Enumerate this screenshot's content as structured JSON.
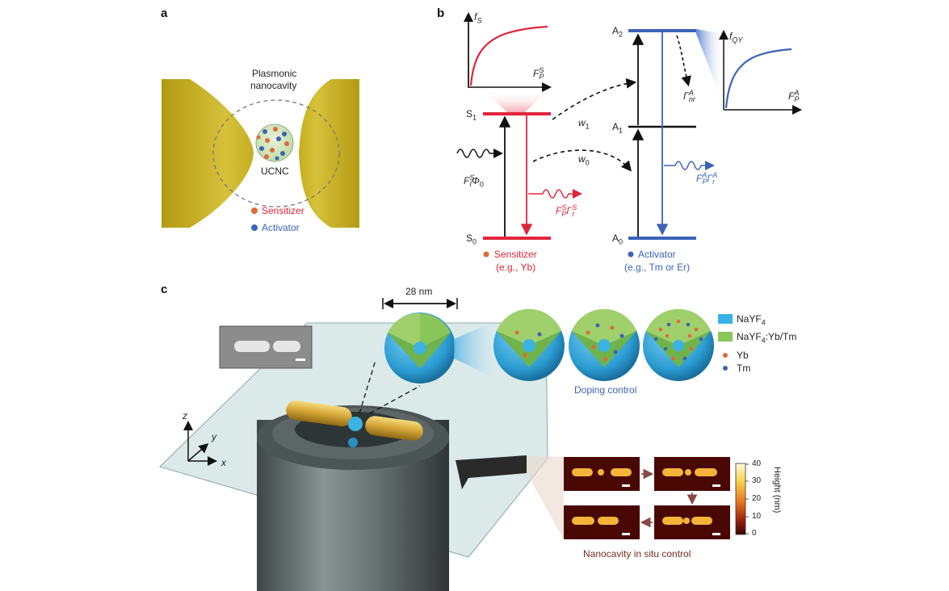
{
  "panels": {
    "a": "a",
    "b": "b",
    "c": "c"
  },
  "panel_a": {
    "cavity_label_1": "Plasmonic",
    "cavity_label_2": "nanocavity",
    "ucnc_label": "UCNC",
    "legend": [
      {
        "label": "Sensitizer",
        "color": "#e0683a"
      },
      {
        "label": "Activator",
        "color": "#3b63b8"
      }
    ],
    "colors": {
      "metal": "#cdb72a",
      "sensitizer_text": "#e0253a",
      "activator_text": "#3b63b8"
    }
  },
  "panel_b": {
    "levels": {
      "s1": "S",
      "s1_sub": "1",
      "s0": "S",
      "s0_sub": "0",
      "a2": "A",
      "a2_sub": "2",
      "a1": "A",
      "a1_sub": "1",
      "a0": "A",
      "a0_sub": "0"
    },
    "transfer": {
      "w1": "w",
      "w1_sub": "1",
      "w0": "w",
      "w0_sub": "0"
    },
    "excitation": {
      "main": "F",
      "sup": "S",
      "sub": "I",
      "rest": "Φ",
      "rest_sub": "0"
    },
    "sensitizer_emission": {
      "main": "F",
      "sup": "S",
      "sub": "P",
      "gamma": "Γ",
      "gamma_sup": "S",
      "gamma_sub": "r"
    },
    "activator_emission": {
      "main": "F",
      "sup": "A",
      "sub": "P",
      "gamma": "Γ",
      "gamma_sup": "A",
      "gamma_sub": "r"
    },
    "nonrad": {
      "gamma": "Γ",
      "sup": "A",
      "sub": "nr"
    },
    "inset_s": {
      "ylabel": "f",
      "ylabel_sub": "S",
      "xlabel": "F",
      "xlabel_sup": "S",
      "xlabel_sub": "P"
    },
    "inset_a": {
      "ylabel": "f",
      "ylabel_sub": "QY",
      "xlabel": "F",
      "xlabel_sup": "A",
      "xlabel_sub": "P"
    },
    "sensitizer_name": "Sensitizer",
    "sensitizer_example": "(e.g., Yb)",
    "activator_name": "Activator",
    "activator_example": "(e.g., Tm or Er)"
  },
  "panel_c": {
    "axes": {
      "z": "z",
      "y": "y",
      "x": "x"
    },
    "scale_label": "28 nm",
    "legend": [
      {
        "label": "NaYF",
        "sub": "4",
        "rest": "",
        "color": "#35b4e8",
        "kind": "square"
      },
      {
        "label": "NaYF",
        "sub": "4",
        "rest": ":Yb/Tm",
        "color": "#8bc65a",
        "kind": "square"
      },
      {
        "label": "Yb",
        "sub": "",
        "rest": "",
        "color": "#e0683a",
        "kind": "dot"
      },
      {
        "label": "Tm",
        "sub": "",
        "rest": "",
        "color": "#3b63b8",
        "kind": "dot"
      }
    ],
    "doping_label": "Doping control",
    "colorbar": {
      "title": "Height (nm)",
      "ticks": [
        "40",
        "30",
        "20",
        "10",
        "0"
      ]
    },
    "insitu_label": "Nanocavity in situ control"
  }
}
